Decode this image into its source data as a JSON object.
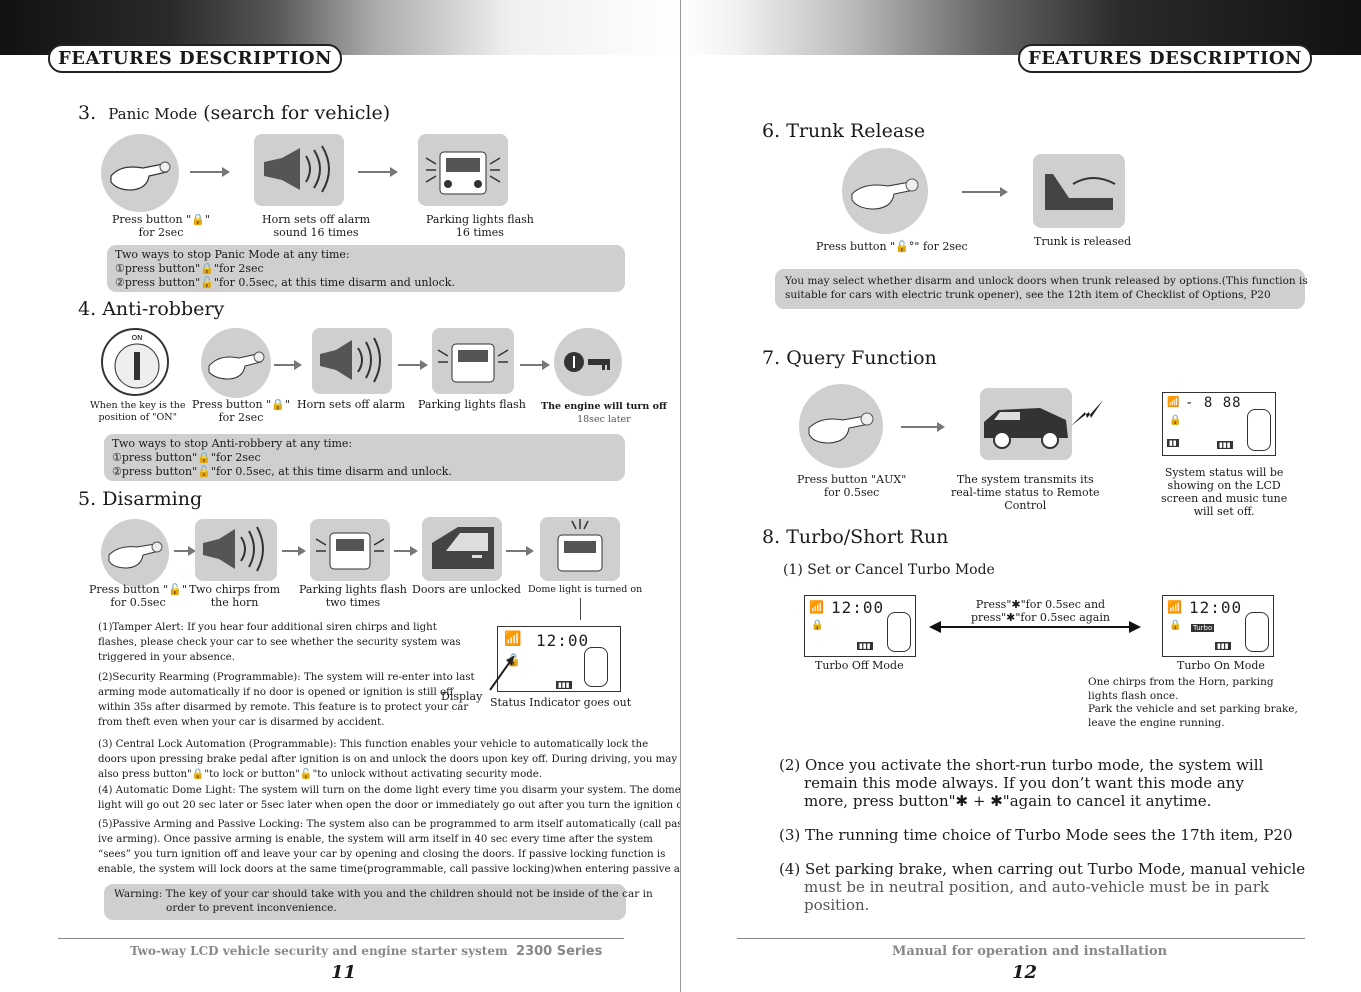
{
  "header": {
    "left": "FEATURES DESCRIPTION",
    "right": "FEATURES DESCRIPTION"
  },
  "sec3": {
    "num": "3.",
    "title_a": "Panic Mode",
    "title_b": "(search for vehicle)",
    "cap1a": "Press button \"🔒\"",
    "cap1b": "for 2sec",
    "cap2a": "Horn sets off alarm",
    "cap2b": "sound 16 times",
    "cap3a": "Parking lights flash",
    "cap3b": "16 times",
    "note": [
      "Two ways to stop Panic Mode at any time:",
      "①press button\"🔒\"for 2sec",
      "②press button\"🔓\"for 0.5sec, at this time disarm and unlock."
    ]
  },
  "sec4": {
    "num": "4.",
    "title": "Anti-robbery",
    "on_label": "ON",
    "cap1a": "When the key is the",
    "cap1b": "position of \"ON\"",
    "cap2a": "Press button \"🔒\"",
    "cap2b": "for 2sec",
    "cap3": "Horn sets off alarm",
    "cap4": "Parking lights flash",
    "cap5a": "The engine will turn off",
    "cap5b": "18sec later",
    "note": [
      "Two ways to stop Anti-robbery at any time:",
      "①press button\"🔒\"for 2sec",
      "②press button\"🔓\"for 0.5sec, at this time disarm and unlock."
    ]
  },
  "sec5": {
    "num": "5.",
    "title": "Disarming",
    "cap1a": "Press button \"🔓\"",
    "cap1b": "for 0.5sec",
    "cap2a": "Two chirps from",
    "cap2b": "the horn",
    "cap3a": "Parking lights flash",
    "cap3b": "two times",
    "cap4": "Doors are unlocked",
    "cap5": "Dome light is turned on",
    "p1": [
      "(1)Tamper Alert: If you hear four additional siren chirps and light",
      "flashes, please check your car to see whether the security system was",
      "triggered in your absence."
    ],
    "p2": [
      "(2)Security Rearming (Programmable): The system will re-enter into last",
      "arming mode automatically if no door is opened or ignition is still off",
      "within 35s after disarmed by remote. This feature is to protect your car",
      "from theft even when your car is disarmed by accident."
    ],
    "display_label": "Display",
    "status_label": "Status Indicator goes out",
    "p3": [
      "(3) Central Lock Automation (Programmable): This function enables your vehicle to automatically lock the",
      "doors upon pressing brake pedal after ignition is on and unlock the doors upon key off. During driving, you may",
      "also press button\"🔒\"to lock or button\"🔓\"to unlock without activating security mode."
    ],
    "p4": [
      "(4) Automatic Dome Light: The system will turn on the dome light every time you disarm your system. The dome",
      "light will go out 20 sec later or 5sec later when open the door or immediately go out after you turn the ignition on."
    ],
    "p5": [
      "(5)Passive Arming and Passive Locking: The system also can be programmed to arm itself automatically (call pass-",
      "ive arming). Once passive arming is enable, the system will arm itself in 40 sec every time after the system",
      "“sees” you turn ignition off and leave your car by opening and closing the doors. If passive locking function is",
      "enable, the system will lock doors at the same time(programmable, call passive locking)when entering passive arming."
    ],
    "warning": [
      "Warning: The key of your car should take with you and the children should not be inside of the car in",
      "order to prevent inconvenience."
    ]
  },
  "footer_left": {
    "text": "Two-way LCD vehicle security and engine starter system",
    "series": "2300 Series",
    "page": "11"
  },
  "sec6": {
    "num": "6.",
    "title": "Trunk Release",
    "cap1": "Press button \"🔓°\" for 2sec",
    "cap2": "Trunk is released",
    "note": [
      "You may select whether disarm and unlock doors when trunk released by options.(This function is",
      "suitable for cars with electric trunk opener), see the 12th item of Checklist of Options, P20"
    ]
  },
  "sec7": {
    "num": "7.",
    "title": "Query Function",
    "cap1a": "Press button \"AUX\"",
    "cap1b": "for 0.5sec",
    "cap2a": "The system transmits its",
    "cap2b": "real-time status to Remote",
    "cap2c": "Control",
    "cap3a": "System status will be",
    "cap3b": "showing on the LCD",
    "cap3c": "screen and music tune",
    "cap3d": "will set off.",
    "lcd_digits": "- 8 88"
  },
  "sec8": {
    "num": "8.",
    "title": "Turbo/Short Run",
    "sub1": "(1) Set or Cancel Turbo Mode",
    "arrow_a": "Press\"✱\"for 0.5sec and",
    "arrow_b": "press\"✱\"for 0.5sec again",
    "lcd_time": "12:00",
    "lcd_turbo": "Turbo",
    "off_label": "Turbo Off Mode",
    "on_label": "Turbo On Mode",
    "desc": [
      "One chirps from the Horn, parking",
      "lights flash once.",
      "Park the vehicle and set parking brake,",
      "leave the engine running."
    ],
    "p2": [
      "(2) Once you activate the short-run turbo mode, the system will",
      "remain this mode always. If you don’t want this mode any",
      "more, press button\"✱ + ✱\"again to cancel it anytime."
    ],
    "p3": "(3) The running time choice of Turbo Mode sees the 17th item, P20",
    "p4a": "(4) Set parking brake, when carring out Turbo Mode, manual vehicle",
    "p4b": "must be in neutral position, and auto-vehicle must be in park",
    "p4c": "position."
  },
  "footer_right": {
    "text": "Manual for operation and installation",
    "page": "12"
  },
  "lcd_small": {
    "time": "12:00"
  }
}
